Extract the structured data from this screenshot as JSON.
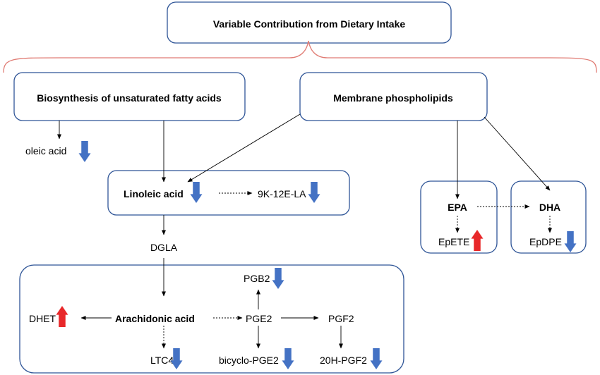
{
  "title": "Variable Contribution from Dietary Intake",
  "sources": {
    "biosynthesis": "Biosynthesis of unsaturated fatty acids",
    "membrane": "Membrane phospholipids"
  },
  "nodes": {
    "oleic_acid": "oleic acid",
    "linoleic_acid": "Linoleic acid",
    "k12e_la": "9K-12E-LA",
    "dgla": "DGLA",
    "epa": "EPA",
    "dha": "DHA",
    "epete": "EpETE",
    "epdpe": "EpDPE",
    "pgb2": "PGB2",
    "dhet": "DHET",
    "arachidonic_acid": "Arachidonic acid",
    "pge2": "PGE2",
    "pgf2": "PGF2",
    "ltc4": "LTC4",
    "bicyclo_pge2": "bicyclo-PGE2",
    "h20_pgf2": "20H-PGF2"
  },
  "trends": {
    "oleic_acid": "down",
    "linoleic_acid": "down",
    "k12e_la": "down",
    "epete": "up",
    "epdpe": "down",
    "pgb2": "down",
    "dhet": "up",
    "ltc4": "down",
    "bicyclo_pge2": "down",
    "h20_pgf2": "down"
  },
  "colors": {
    "box_border": "#2F5597",
    "brace": "#E07B73",
    "arrow_down": "#4472C4",
    "arrow_up": "#E8282A"
  }
}
